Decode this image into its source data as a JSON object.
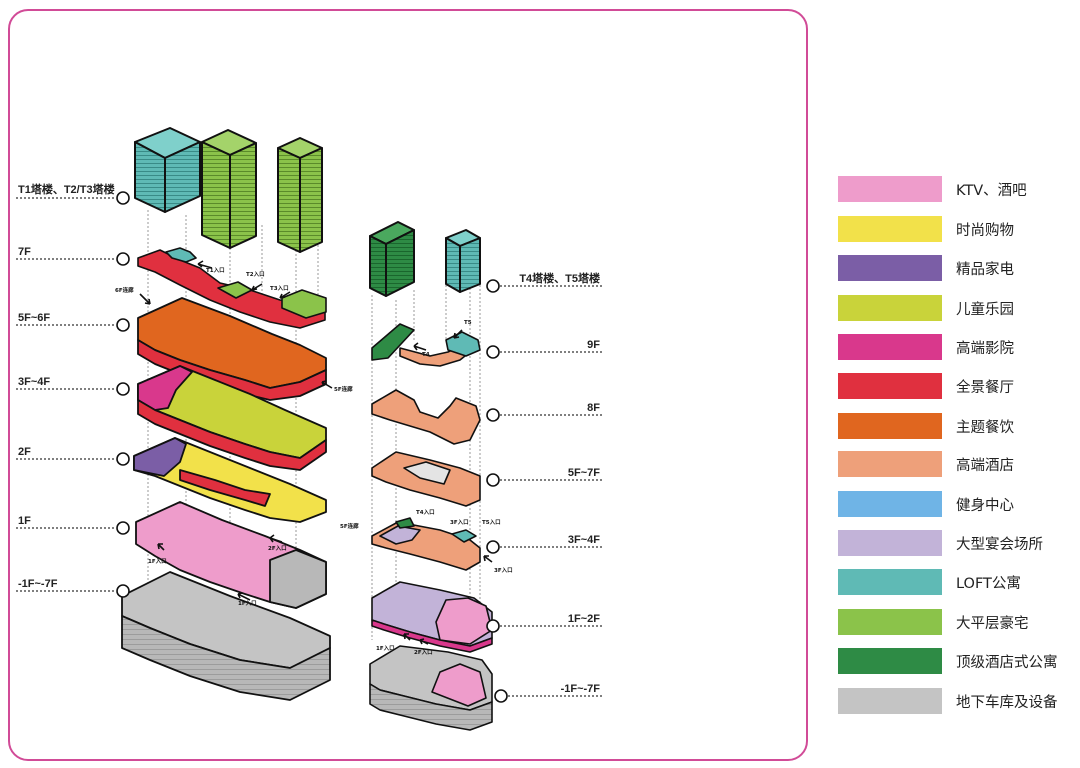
{
  "floor_labels_left": [
    "T1塔楼、T2/T3塔楼",
    "7F",
    "5F~6F",
    "3F~4F",
    "2F",
    "1F",
    "-1F~-7F"
  ],
  "floor_labels_right": [
    "T4塔楼、T5塔楼",
    "9F",
    "8F",
    "5F~7F",
    "3F~4F",
    "1F~2F",
    "-1F~-7F"
  ],
  "entrance_labels": {
    "t1": "T1入口",
    "t2": "T2入口",
    "t3": "T3入口",
    "t4": "T4",
    "t5": "T5",
    "t4_entry": "T4入口",
    "t5_entry": "T5入口",
    "f2_entry": "2F入口",
    "f3_entry": "3F入口",
    "f1_entry_a": "1F入口",
    "f1_entry_b": "1F入口",
    "f1_entry_r": "1F入口",
    "f2_entry_r": "2F入口",
    "f2_entry_r2": "2F入口",
    "f6_corridor": "6F连廊",
    "f5_corridor": "5F连廊"
  },
  "legend": [
    {
      "label": "KTV、酒吧",
      "color": "#ee9ccb"
    },
    {
      "label": "时尚购物",
      "color": "#f2e14a"
    },
    {
      "label": "精品家电",
      "color": "#7b5ea6"
    },
    {
      "label": "儿童乐园",
      "color": "#c9d33a"
    },
    {
      "label": "高端影院",
      "color": "#d9388c"
    },
    {
      "label": "全景餐厅",
      "color": "#e0303f"
    },
    {
      "label": "主题餐饮",
      "color": "#e0661f"
    },
    {
      "label": "高端酒店",
      "color": "#eea07a"
    },
    {
      "label": "健身中心",
      "color": "#6fb4e6"
    },
    {
      "label": "大型宴会场所",
      "color": "#c2b3d8"
    },
    {
      "label": "LOFT公寓",
      "color": "#5fbab5"
    },
    {
      "label": "大平层豪宅",
      "color": "#8bc34a"
    },
    {
      "label": "顶级酒店式公寓",
      "color": "#2e8b45"
    },
    {
      "label": "地下车库及设备",
      "color": "#c4c4c4"
    }
  ]
}
